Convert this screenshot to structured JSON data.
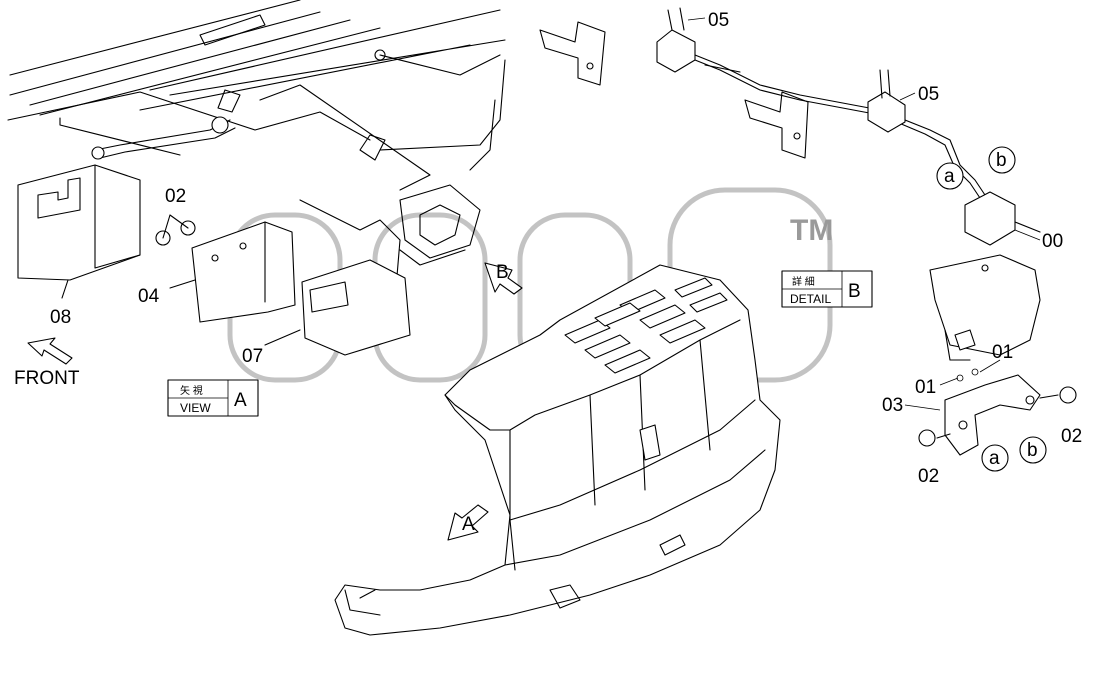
{
  "watermark": {
    "tm": "TM"
  },
  "parts": {
    "p05_top": "05",
    "p05_mid": "05",
    "p02_left": "02",
    "p04": "04",
    "p08": "08",
    "p07": "07",
    "p00": "00",
    "p01_a": "01",
    "p01_b": "01",
    "p03": "03",
    "p02_r1": "02",
    "p02_r2": "02"
  },
  "connectors": {
    "a_top": "a",
    "b_top": "b",
    "a_bottom": "a",
    "b_bottom": "b"
  },
  "arrows": {
    "a_view_letter": "A",
    "b_detail_letter": "B",
    "front_label": "FRONT"
  },
  "view_box": {
    "kanji": "矢 視",
    "english": "VIEW",
    "letter": "A"
  },
  "detail_box": {
    "kanji": "詳 細",
    "english": "DETAIL",
    "letter": "B"
  }
}
